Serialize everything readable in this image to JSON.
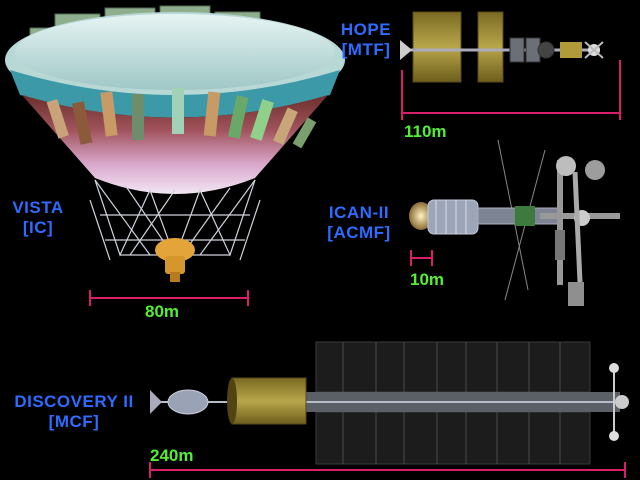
{
  "craft": {
    "vista": {
      "name": "VISTA",
      "type": "[IC]",
      "scale": "80m"
    },
    "hope": {
      "name": "HOPE",
      "type": "[MTF]",
      "scale": "110m"
    },
    "ican": {
      "name": "ICAN-II",
      "type": "[ACMF]",
      "scale": "10m"
    },
    "discovery": {
      "name": "DISCOVERY II",
      "type": "[MCF]",
      "scale": "240m"
    }
  },
  "colors": {
    "label": "#2f6bff",
    "scale_text": "#55ee33",
    "scale_bar": "#d8206a",
    "panel_gold": "#9b8a2f",
    "panel_dark": "#1b1b1b"
  }
}
